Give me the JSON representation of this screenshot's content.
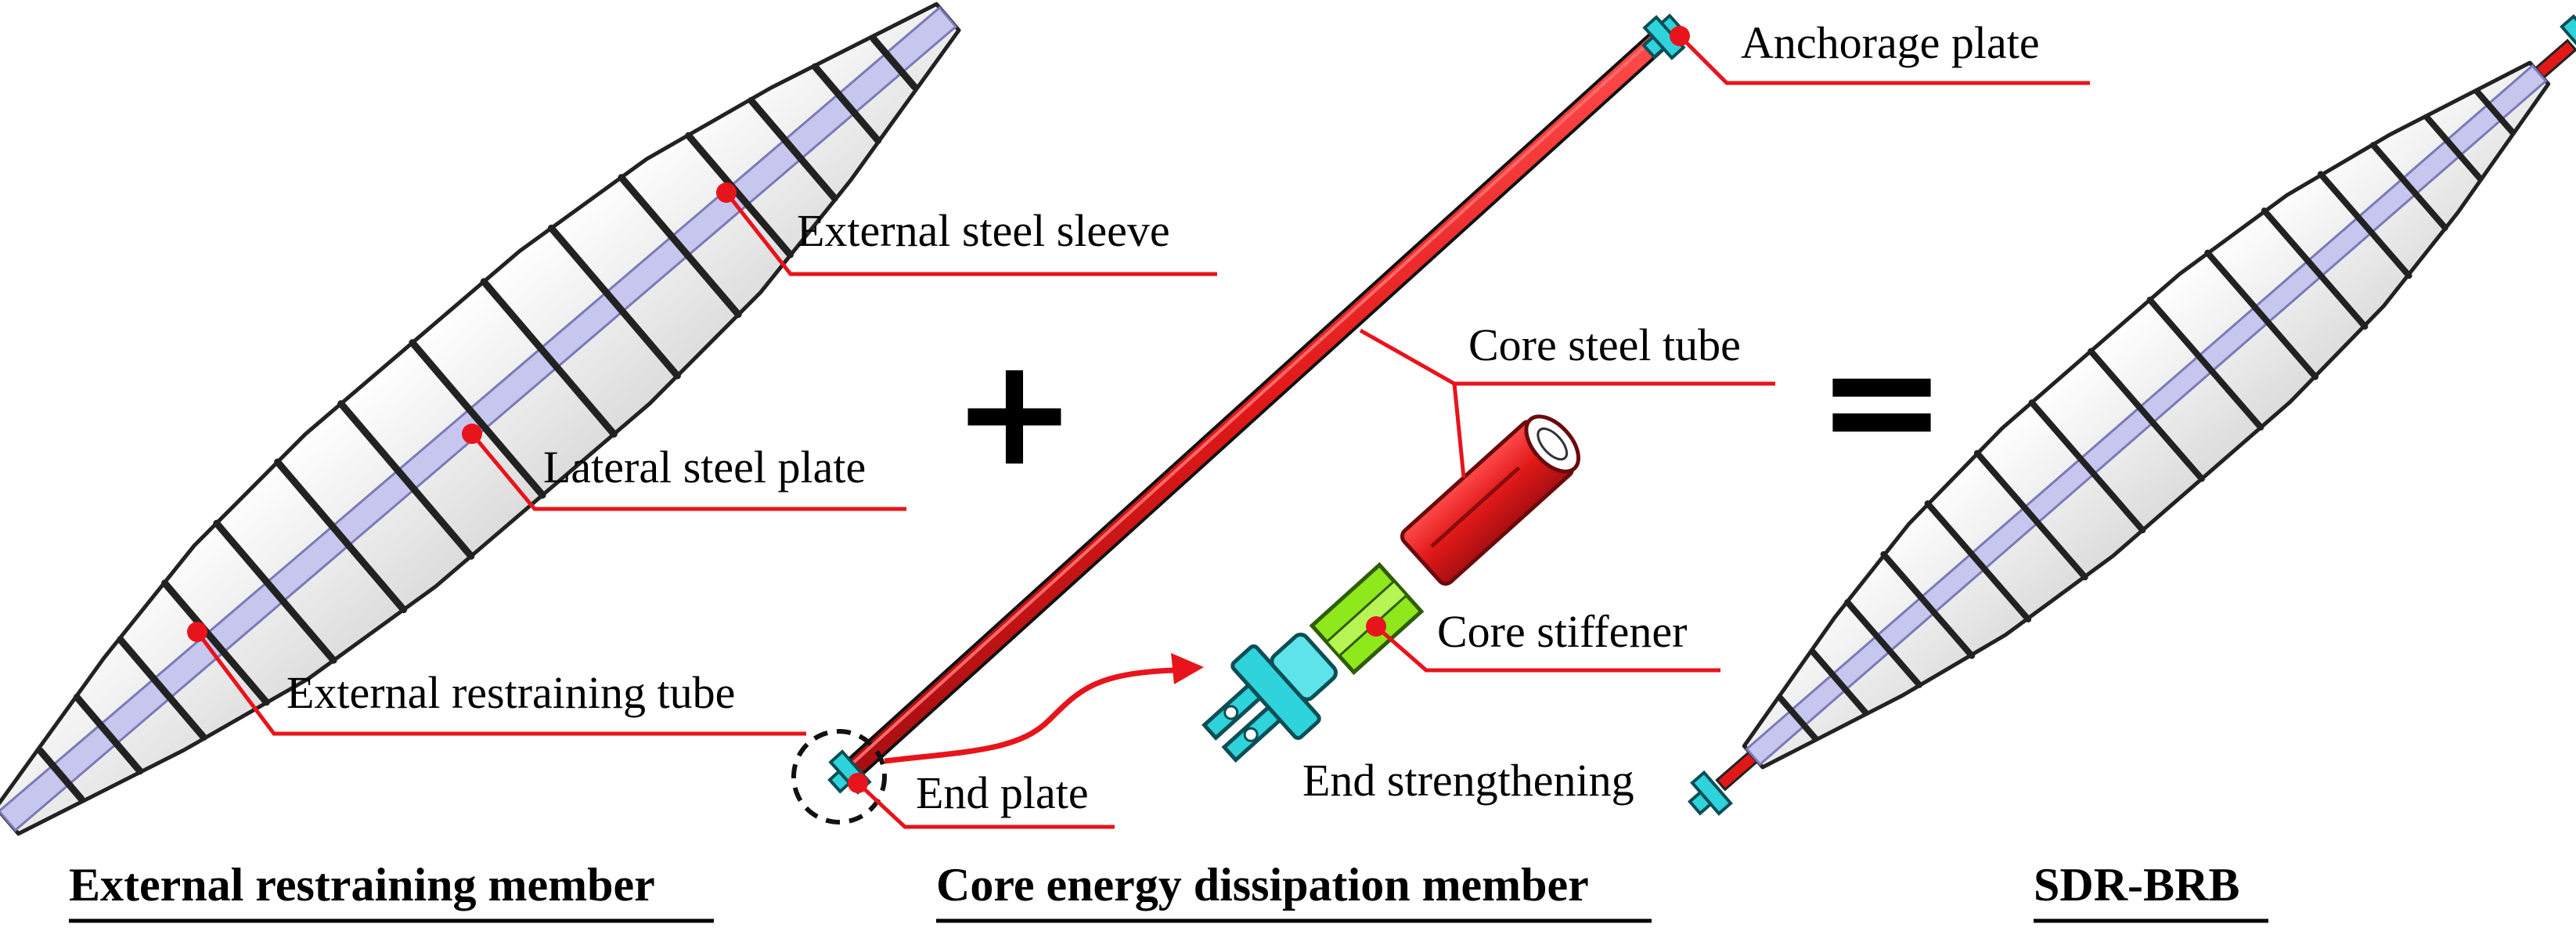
{
  "colors": {
    "leader": "#e8141b",
    "core_tube": "#e01818",
    "core_tube_dark": "#a80f12",
    "stiffener": "#8fe81c",
    "end_part": "#2fd3dc",
    "inner_plate": "#c6c6ee",
    "sleeve": "#ffffff",
    "outline": "#222222"
  },
  "icons": {
    "plus": "plus-icon",
    "equals": "equals-icon",
    "detail_circle": "dashed-circle-icon"
  },
  "labels": {
    "external_steel_sleeve": "External steel sleeve",
    "lateral_steel_plate": "Lateral steel plate",
    "external_restraining_tube": "External restraining tube",
    "anchorage_plate": "Anchorage plate",
    "core_steel_tube": "Core steel tube",
    "core_stiffener": "Core stiffener",
    "end_strengthening": "End strengthening",
    "end_plate": "End plate"
  },
  "symbols": {
    "plus": "+",
    "equals": "="
  },
  "captions": {
    "external_member": "External restraining member",
    "core_member": "Core energy dissipation member",
    "assembled": "SDR-BRB"
  }
}
